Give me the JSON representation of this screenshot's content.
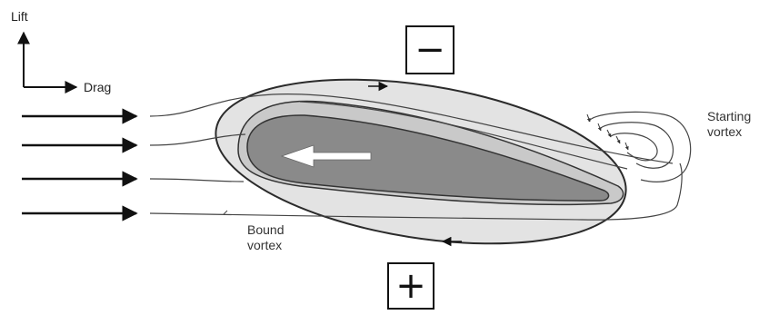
{
  "axes": {
    "lift_label": "Lift",
    "drag_label": "Drag"
  },
  "labels": {
    "bound_vortex": [
      "Bound",
      "vortex"
    ],
    "starting_vortex": [
      "Starting",
      "vortex"
    ]
  },
  "signs": {
    "top": "−",
    "bottom": "+"
  },
  "colors": {
    "outer_ellipse": "#e3e3e3",
    "middle_layer": "#c9c9c9",
    "wing_body": "#8a8a8a",
    "stroke": "#333333"
  }
}
